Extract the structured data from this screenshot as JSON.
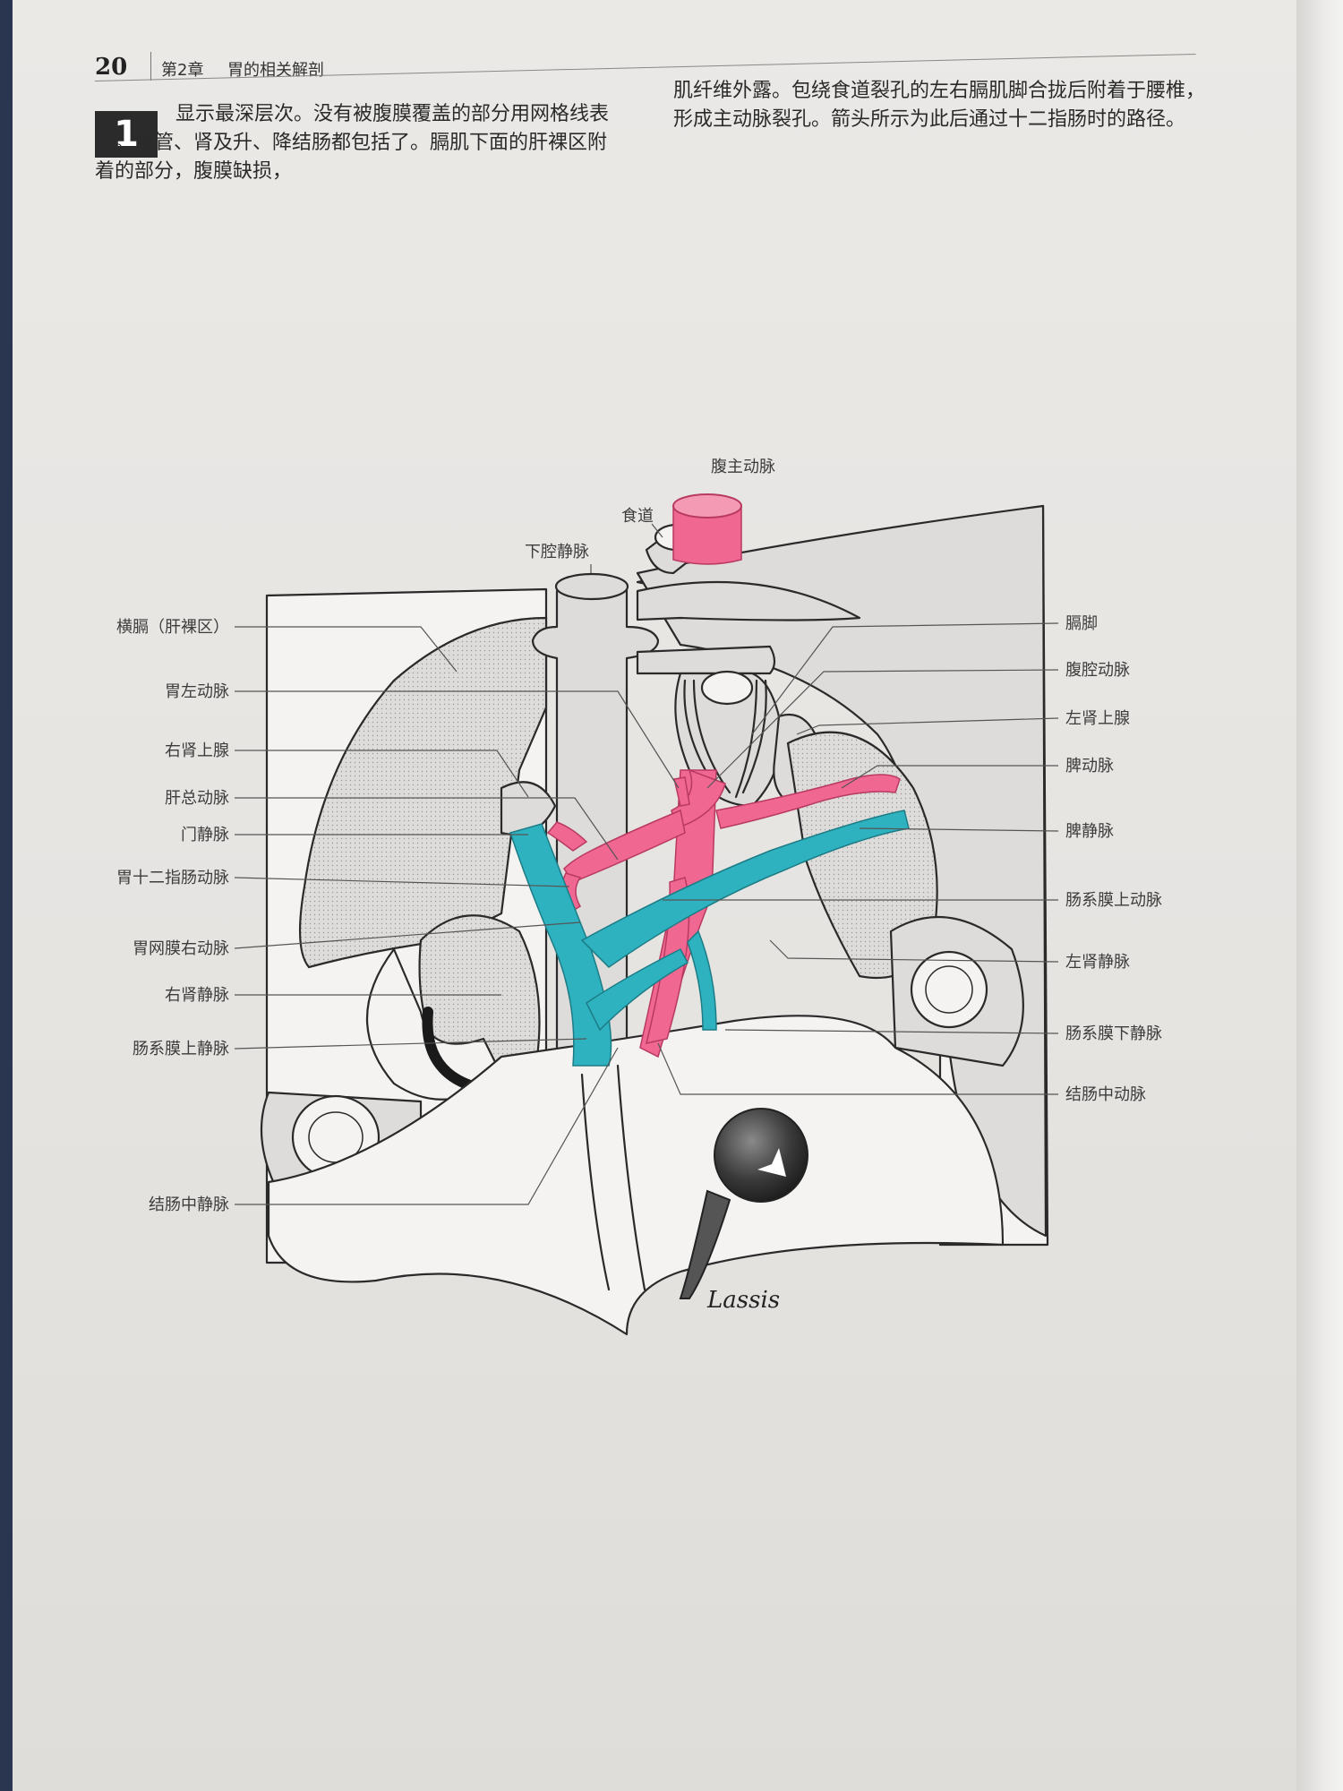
{
  "header": {
    "page_number": "20",
    "chapter": "第2章",
    "title": "胃的相关解剖"
  },
  "step": {
    "number": "1",
    "text_left": "显示最深层次。没有被腹膜覆盖的部分用网格线表示。血管、肾及升、降结肠都包括了。膈肌下面的肝裸区附着的部分，腹膜缺损，",
    "text_right": "肌纤维外露。包绕食道裂孔的左右膈肌脚合拢后附着于腰椎，形成主动脉裂孔。箭头所示为此后通过十二指肠时的路径。"
  },
  "figure": {
    "labels_top": {
      "aorta": "腹主动脉",
      "esophagus": "食道",
      "ivc": "下腔静脉"
    },
    "labels_left": {
      "diaphragm": "横膈（肝裸区）",
      "left_gastric_artery": "胃左动脉",
      "right_adrenal": "右肾上腺",
      "common_hepatic_artery": "肝总动脉",
      "portal_vein": "门静脉",
      "gastroduodenal_artery": "胃十二指肠动脉",
      "right_gastroepiploic_artery": "胃网膜右动脉",
      "right_renal_vein": "右肾静脉",
      "superior_mesenteric_vein": "肠系膜上静脉",
      "middle_colic_vein": "结肠中静脉"
    },
    "labels_right": {
      "crus": "膈脚",
      "celiac_artery": "腹腔动脉",
      "left_adrenal": "左肾上腺",
      "splenic_artery": "脾动脉",
      "splenic_vein": "脾静脉",
      "superior_mesenteric_artery": "肠系膜上动脉",
      "left_renal_vein": "左肾静脉",
      "inferior_mesenteric_vein": "肠系膜下静脉",
      "middle_colic_artery": "结肠中动脉"
    },
    "signature": "Lassis",
    "colors": {
      "artery": "#f06792",
      "vein": "#2fb2bf",
      "organ": "#dedcda"
    }
  }
}
